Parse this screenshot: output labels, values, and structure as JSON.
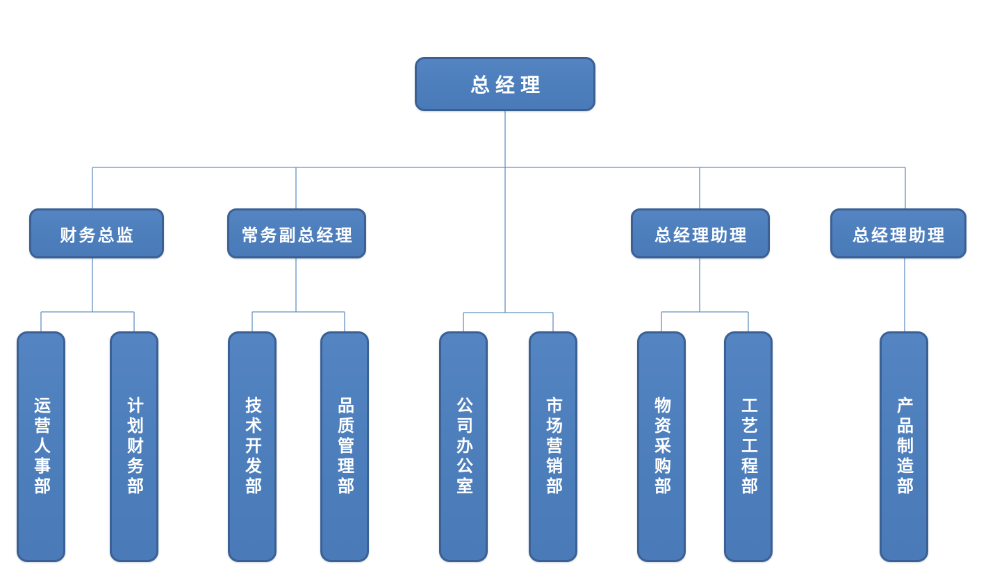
{
  "org": {
    "diagram_type": "org-chart",
    "root": {
      "label": "总经理"
    },
    "branches": [
      {
        "manager": "财务总监",
        "departments": [
          "运营人事部",
          "计划财务部"
        ]
      },
      {
        "manager": "常务副总经理",
        "departments": [
          "技术开发部",
          "品质管理部"
        ]
      },
      {
        "manager": null,
        "departments": [
          "公司办公室",
          "市场营销部"
        ]
      },
      {
        "manager": "总经理助理",
        "departments": [
          "物资采购部",
          "工艺工程部"
        ]
      },
      {
        "manager": "总经理助理",
        "departments": [
          "产品制造部"
        ]
      }
    ],
    "colors": {
      "node_fill": "#4e7fbd",
      "node_border": "#3a6094",
      "connector": "#6490c2",
      "text": "#ffffff",
      "background": "#ffffff"
    }
  }
}
